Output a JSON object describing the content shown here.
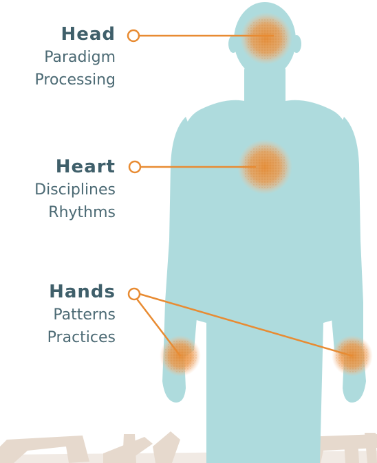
{
  "labels": {
    "head": {
      "title": "Head",
      "lines": [
        "Paradigm",
        "Processing"
      ]
    },
    "heart": {
      "title": "Heart",
      "lines": [
        "Disciplines",
        "Rhythms"
      ]
    },
    "hands": {
      "title": "Hands",
      "lines": [
        "Patterns",
        "Practices"
      ]
    }
  },
  "colors": {
    "body": "#aedbdd",
    "accent": "#e88b32",
    "text": "#3f5f6a",
    "ground": "#e6d9cd"
  }
}
